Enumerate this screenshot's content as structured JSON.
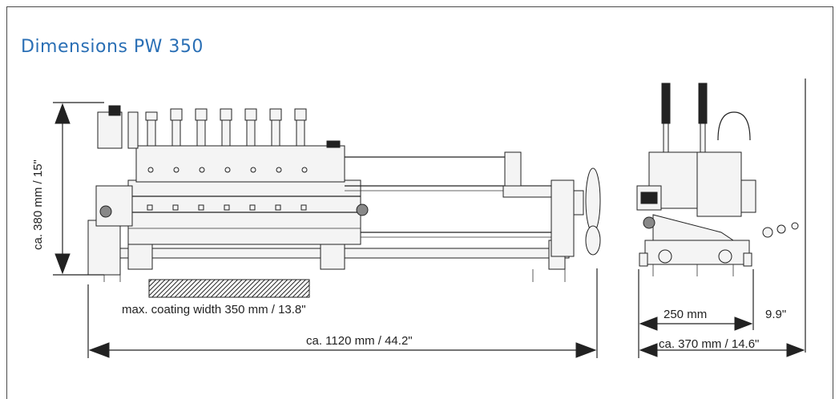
{
  "title": "Dimensions  PW 350",
  "labels": {
    "height": "ca. 380 mm / 15\"",
    "coating_width": "max. coating width  350 mm  /  13.8\"",
    "length": "ca. 1120 mm / 44.2\"",
    "side_width_mm": "250 mm",
    "side_width_in": "9.9\"",
    "side_total": "ca. 370 mm / 14.6\""
  },
  "colors": {
    "title": "#2a6fb5",
    "line": "#222222"
  }
}
